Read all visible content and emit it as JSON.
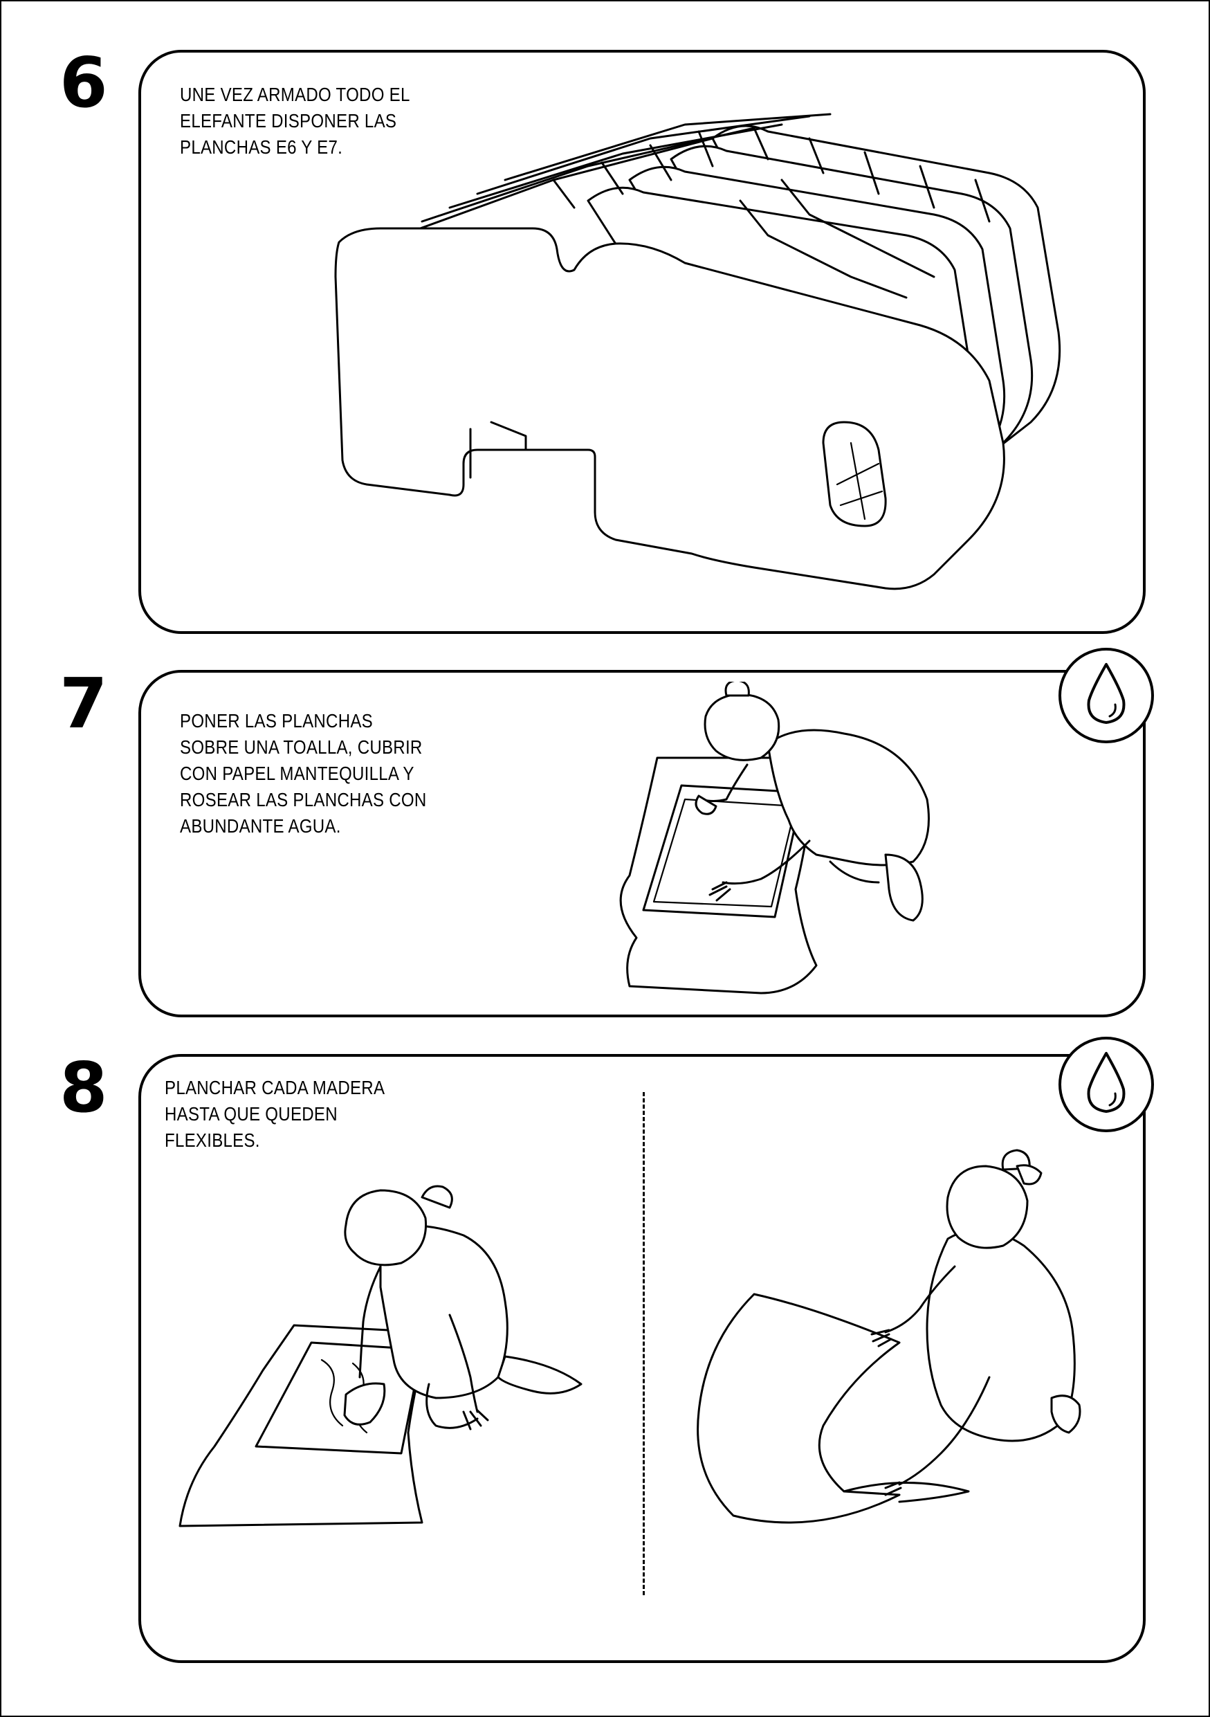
{
  "steps": [
    {
      "number": "6",
      "text": "UNE VEZ ARMADO TODO EL\nELEFANTE DISPONER LAS\nPLANCHAS E6 Y E7.",
      "icon": "none"
    },
    {
      "number": "7",
      "text": "PONER LAS PLANCHAS\nSOBRE UNA TOALLA, CUBRIR\nCON PAPEL MANTEQUILLA Y\nROSEAR LAS PLANCHAS CON\nABUNDANTE AGUA.",
      "icon": "water-drop-icon"
    },
    {
      "number": "8",
      "text": "PLANCHAR CADA MADERA\nHASTA QUE QUEDEN\nFLEXIBLES.",
      "icon": "water-drop-icon"
    }
  ]
}
